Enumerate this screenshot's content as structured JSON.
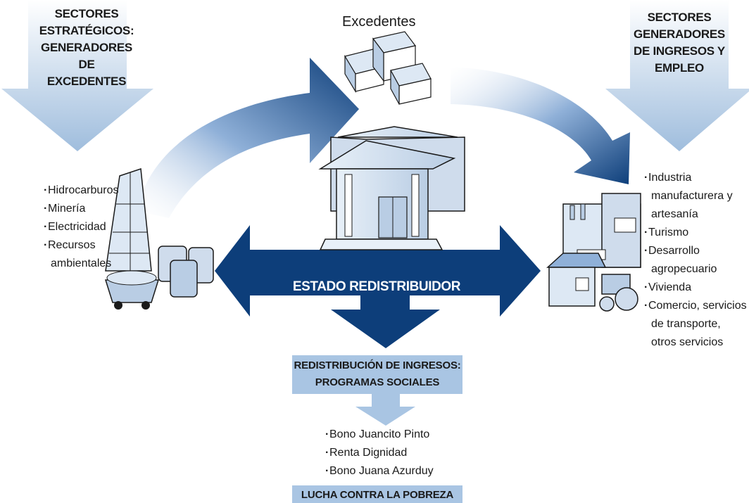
{
  "top_left_title": [
    "SECTORES",
    "ESTRATÉGICOS:",
    "GENERADORES",
    "DE EXCEDENTES"
  ],
  "top_right_title": [
    "SECTORES",
    "GENERADORES",
    "DE INGRESOS Y",
    "EMPLEO"
  ],
  "excedentes": "Excedentes",
  "estado": "ESTADO REDISTRIBUIDOR",
  "strategic_sectors": [
    [
      "Hidrocarburos"
    ],
    [
      "Minería"
    ],
    [
      "Electricidad"
    ],
    [
      "Recursos",
      "ambientales"
    ]
  ],
  "income_sectors": [
    [
      "Industria",
      "manufacturera y",
      "artesanía"
    ],
    [
      "Turismo"
    ],
    [
      "Desarrollo",
      "agropecuario"
    ],
    [
      "Vivienda"
    ],
    [
      "Comercio, servicios",
      "de transporte,",
      "otros servicios"
    ]
  ],
  "redistribution_title": [
    "REDISTRIBUCIÓN DE INGRESOS:",
    "PROGRAMAS SOCIALES"
  ],
  "programs": [
    "Bono Juancito Pinto",
    "Renta Dignidad",
    "Bono Juana Azurduy"
  ],
  "bottom_bar": "LUCHA CONTRA LA POBREZA",
  "colors": {
    "dark_blue": "#0d3e7a",
    "mid_blue": "#1a5599",
    "light_blue": "#a9c5e3",
    "pale_arrow": "#c9dbee"
  }
}
